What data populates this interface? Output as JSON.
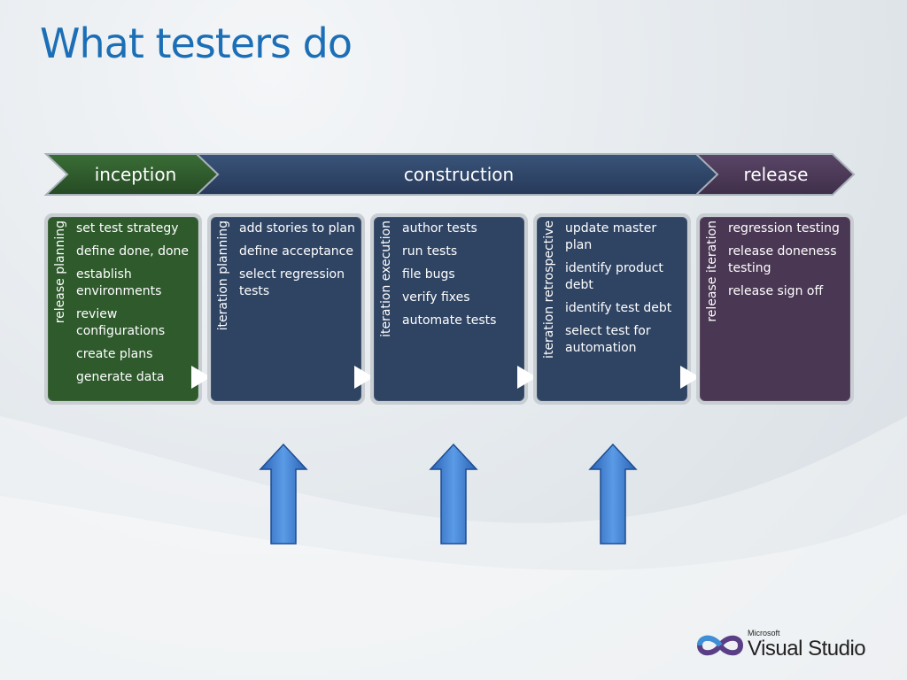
{
  "title": "What testers do",
  "colors": {
    "inception": "#2e5a2c",
    "construction": "#2f4463",
    "release": "#4a3753",
    "title": "#1c6fb6"
  },
  "phases": [
    {
      "label": "inception"
    },
    {
      "label": "construction"
    },
    {
      "label": "release"
    }
  ],
  "boxes": [
    {
      "vertical_label": "release planning",
      "items": [
        "set test strategy",
        "define done, done",
        "establish environments",
        "review configurations",
        "create plans",
        "generate data"
      ]
    },
    {
      "vertical_label": "iteration planning",
      "items": [
        "add stories to plan",
        "define acceptance",
        "select regression tests"
      ]
    },
    {
      "vertical_label": "iteration execution",
      "items": [
        "author tests",
        "run tests",
        "file bugs",
        "verify fixes",
        "automate tests"
      ]
    },
    {
      "vertical_label": "iteration retrospective",
      "items": [
        "update master plan",
        "identify product debt",
        "identify test debt",
        "select test for automation"
      ]
    },
    {
      "vertical_label": "release iteration",
      "items": [
        "regression testing",
        "release doneness testing",
        "release sign off"
      ]
    }
  ],
  "logo": {
    "brand": "Microsoft",
    "product": "Visual Studio"
  },
  "icons": [
    "play-arrow-icon",
    "up-arrow-icon",
    "visual-studio-logo-icon"
  ]
}
